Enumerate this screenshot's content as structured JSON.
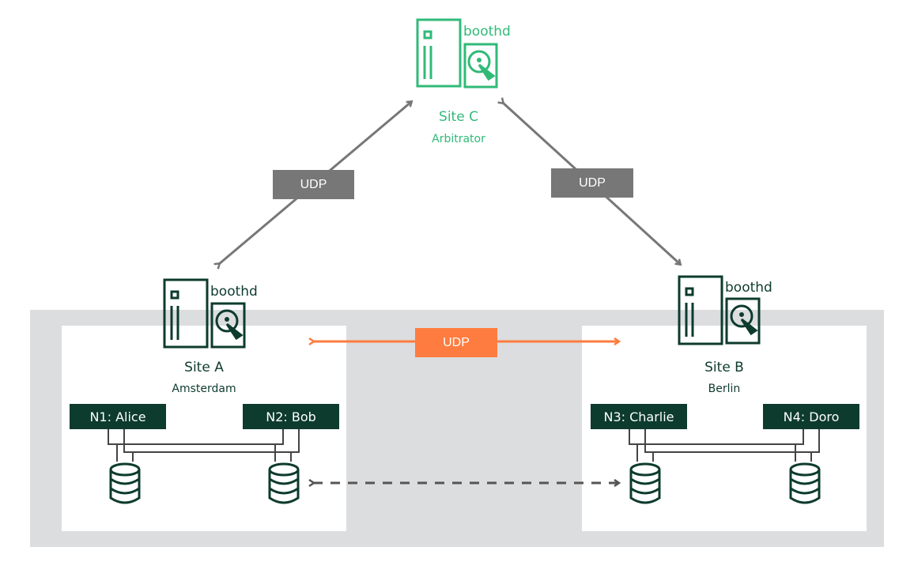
{
  "colors": {
    "dark_green": "#0d3b2e",
    "bright_green": "#30ba78",
    "orange": "#fe7c3f",
    "gray_link": "#777777",
    "background_gray": "#dcdddf"
  },
  "site_c": {
    "title": "Site C",
    "subtitle": "Arbitrator",
    "daemon": "boothd"
  },
  "site_a": {
    "title": "Site A",
    "subtitle": "Amsterdam",
    "daemon": "boothd",
    "nodes": [
      {
        "label": "N1: Alice"
      },
      {
        "label": "N2: Bob"
      }
    ]
  },
  "site_b": {
    "title": "Site B",
    "subtitle": "Berlin",
    "daemon": "boothd",
    "nodes": [
      {
        "label": "N3: Charlie"
      },
      {
        "label": "N4: Doro"
      }
    ]
  },
  "links": {
    "a_to_c": "UDP",
    "b_to_c": "UDP",
    "a_to_b": "UDP"
  }
}
